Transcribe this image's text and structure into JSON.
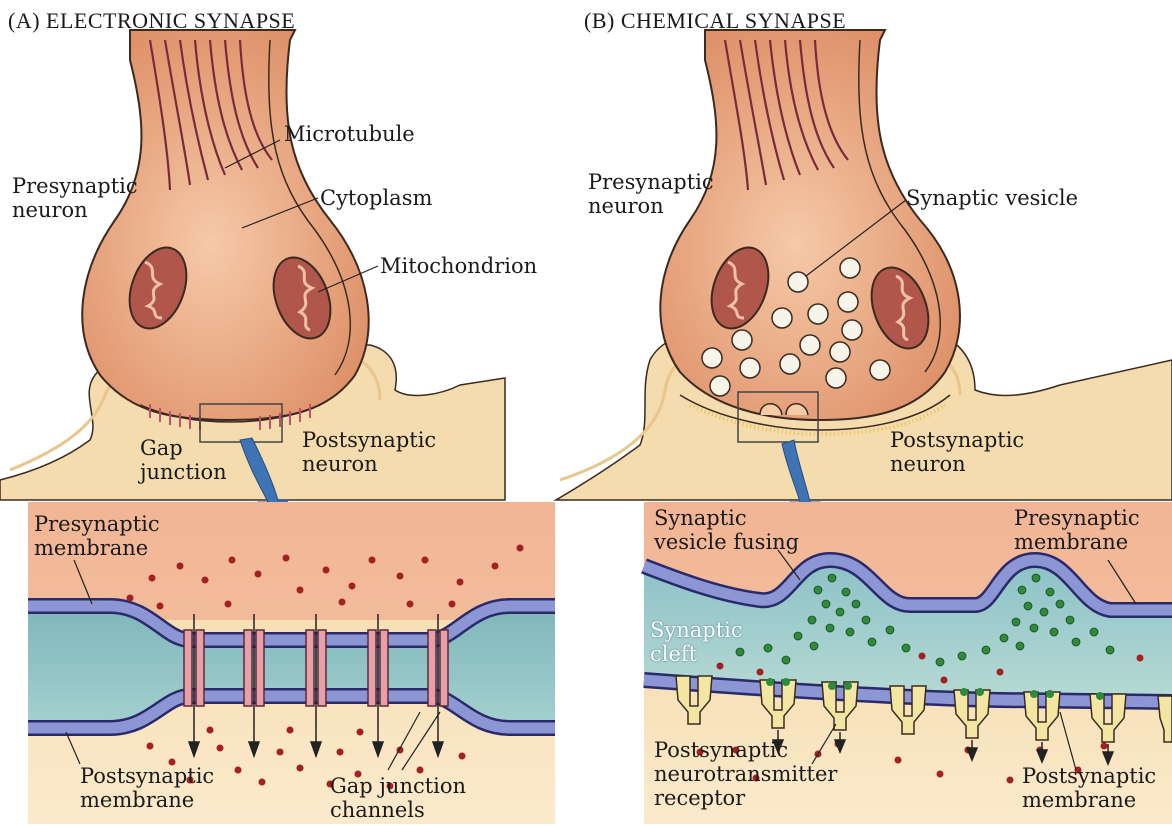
{
  "panel_a": {
    "title": "(A)  ELECTRONIC SYNAPSE",
    "labels": {
      "microtubule": "Microtubule",
      "presynaptic_neuron": "Presynaptic\nneuron",
      "cytoplasm": "Cytoplasm",
      "mitochondrion": "Mitochondrion",
      "gap_junction": "Gap\njunction",
      "postsynaptic_neuron": "Postsynaptic\nneuron",
      "presynaptic_membrane": "Presynaptic\nmembrane",
      "postsynaptic_membrane": "Postsynaptic\nmembrane",
      "gap_junction_channels": "Gap junction\nchannels"
    }
  },
  "panel_b": {
    "title": "(B)  CHEMICAL SYNAPSE",
    "labels": {
      "presynaptic_neuron": "Presynaptic\nneuron",
      "synaptic_vesicle": "Synaptic vesicle",
      "postsynaptic_neuron": "Postsynaptic\nneuron",
      "synaptic_vesicle_fusing": "Synaptic\nvesicle fusing",
      "presynaptic_membrane": "Presynaptic\nmembrane",
      "synaptic_cleft": "Synaptic\ncleft",
      "postsynaptic_receptor": "Postsynaptic\nneurotransmitter\nreceptor",
      "postsynaptic_membrane": "Postsynaptic\nmembrane"
    }
  },
  "colors": {
    "neuron_fill": "#e9a37f",
    "postsynaptic_fill": "#f3dbb0",
    "cleft_fill": "#8fc3c6",
    "membrane": "#7d86c4",
    "transmitter_red": "#a32121",
    "transmitter_green": "#2f8a3c",
    "arrow_blue": "#3e73b5"
  }
}
